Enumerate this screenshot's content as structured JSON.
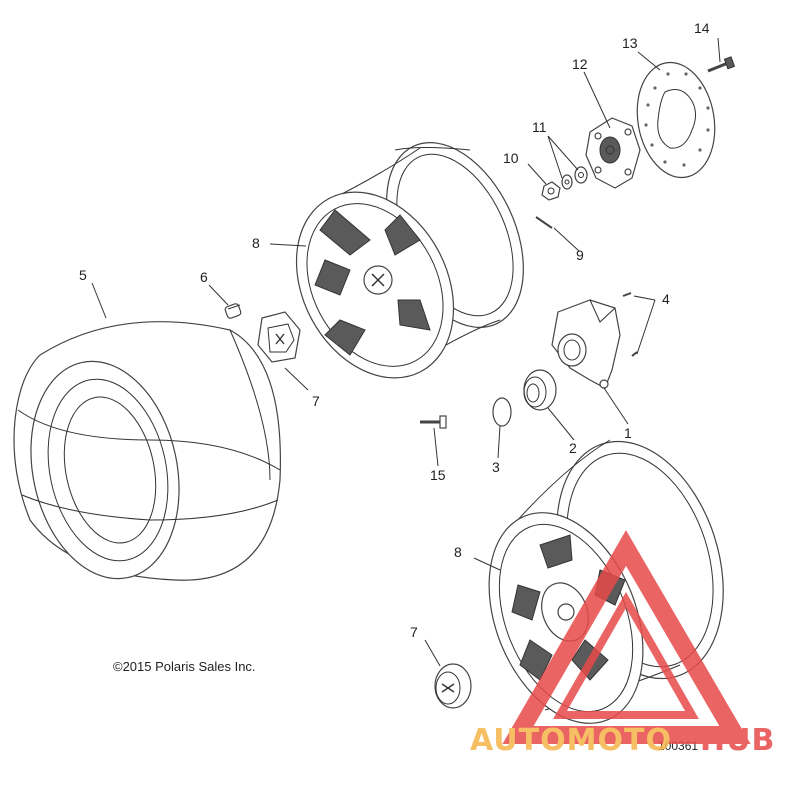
{
  "diagram": {
    "callouts": {
      "c1": "1",
      "c2": "2",
      "c3": "3",
      "c4": "4",
      "c5": "5",
      "c6": "6",
      "c7a": "7",
      "c7b": "7",
      "c8a": "8",
      "c8b": "8",
      "c9": "9",
      "c10": "10",
      "c11": "11",
      "c12": "12",
      "c13": "13",
      "c14": "14",
      "c15": "15"
    },
    "copyright": "©2015 Polaris Sales Inc.",
    "part_number": "100361",
    "watermark": {
      "text_a": "AUTOMOTO",
      "text_b": "HUB",
      "color_a": "#f5b44a",
      "color_b": "#e84a4a"
    }
  }
}
